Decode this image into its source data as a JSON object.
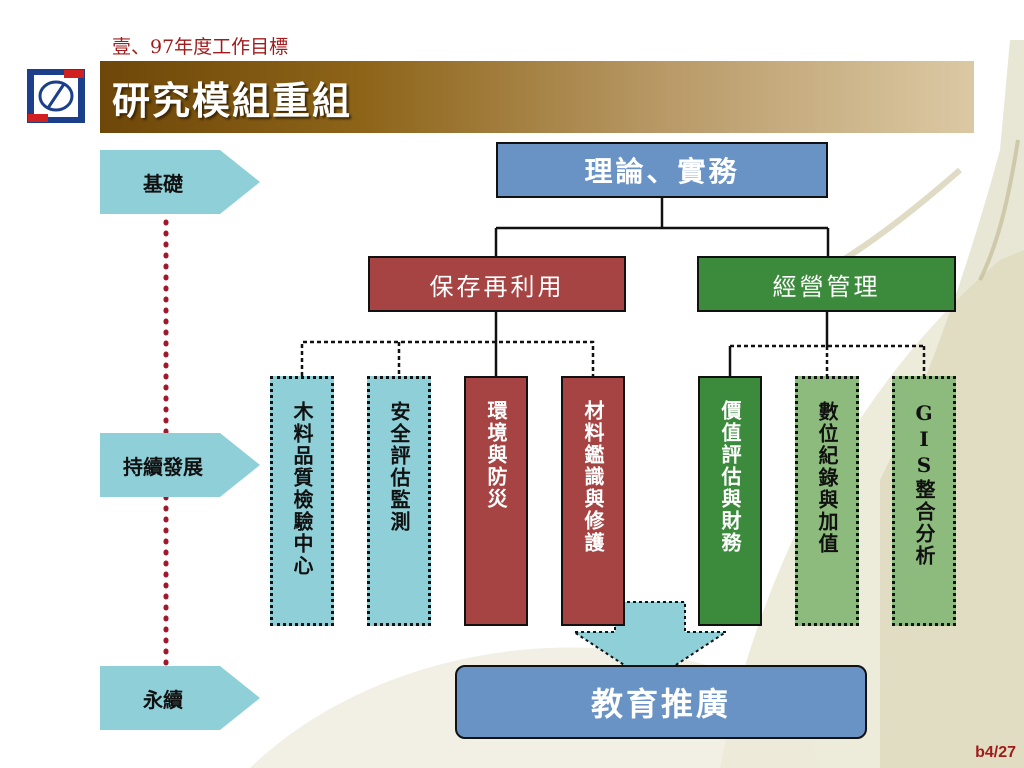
{
  "header": {
    "subtitle": "壹、97年度工作目標",
    "title": "研究模組重組"
  },
  "side_labels": [
    "基礎",
    "持續發展",
    "永續"
  ],
  "diagram": {
    "root": "理論、實務",
    "branches": [
      {
        "label": "保存再利用",
        "items": [
          "木料品質檢驗中心",
          "安全評估監測",
          "環境與防災",
          "材料鑑識與修護"
        ]
      },
      {
        "label": "經營管理",
        "items": [
          "價值評估與財務",
          "數位紀錄與加值",
          "GIS整合分析"
        ]
      }
    ],
    "outcome": "教育推廣"
  },
  "page_number": "b4/27",
  "colors": {
    "title_bar_dark": "#6e4709",
    "title_bar_light": "#dbc9a4",
    "accent_text": "#a01c1c",
    "teal": "#8fd0d8",
    "blue": "#6a93c5",
    "red": "#a64444",
    "green": "#3c8a3c",
    "light_green": "#8dbb7d",
    "dotted_line": "#a0182c"
  }
}
